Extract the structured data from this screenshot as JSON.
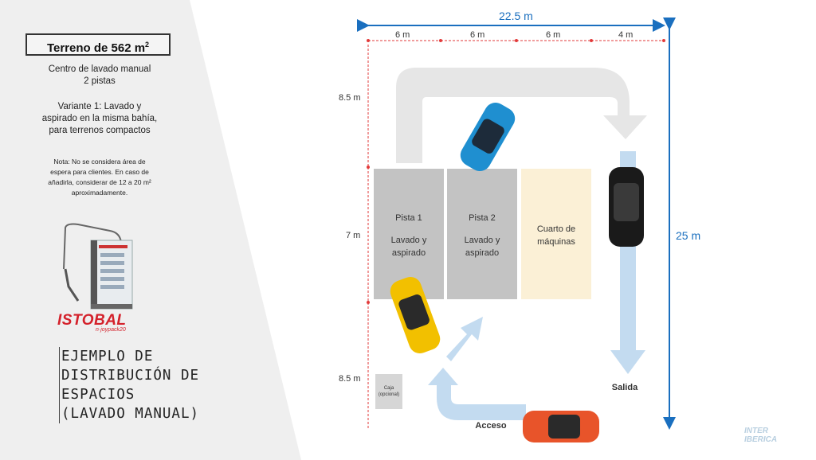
{
  "sidebar": {
    "title": "Terreno de 562 m",
    "title_sup": "2",
    "subtitle_lines": [
      "Centro de lavado manual",
      "2 pistas"
    ],
    "variant_lines": [
      "Variante 1: Lavado y",
      "aspirado en la misma bahía,",
      "para terrenos compactos"
    ],
    "note_lines": [
      "Nota: No se considera área de",
      "espera para clientes. En caso de",
      "añadirla, considerar de 12 a 20 m²",
      "aproximadamente."
    ],
    "brand": "ISTOBAL",
    "brand_sub": "n·joypack20",
    "heading_lines": [
      "EJEMPLO DE",
      "DISTRIBUCIÓN DE",
      "ESPACIOS",
      "(LAVADO MANUAL)"
    ]
  },
  "plan": {
    "total_width": "22.5 m",
    "total_height": "25 m",
    "col_widths": [
      "6 m",
      "6 m",
      "6 m",
      "4 m"
    ],
    "row_heights": [
      "8.5 m",
      "7 m",
      "8.5 m"
    ],
    "zones": [
      {
        "name": "Pista 1",
        "desc": "Lavado y aspirado"
      },
      {
        "name": "Pista 2",
        "desc": "Lavado y aspirado"
      },
      {
        "name": "Cuarto de máquinas",
        "desc": ""
      }
    ],
    "cashier": "Caja (opcional)",
    "exit_label": "Salida",
    "entry_label": "Acceso"
  },
  "colors": {
    "blue_dim": "#1a6fbf",
    "red_dim": "#e23a3a",
    "lane_gray": "#c3c3c3",
    "machine_room": "#fbf0d6",
    "arrow_blue": "#c3dbf0",
    "arrow_gray": "#e6e6e6",
    "brand_red": "#d4212b"
  },
  "footer": {
    "logo_line1": "INTER",
    "logo_line2": "IBERICA"
  }
}
